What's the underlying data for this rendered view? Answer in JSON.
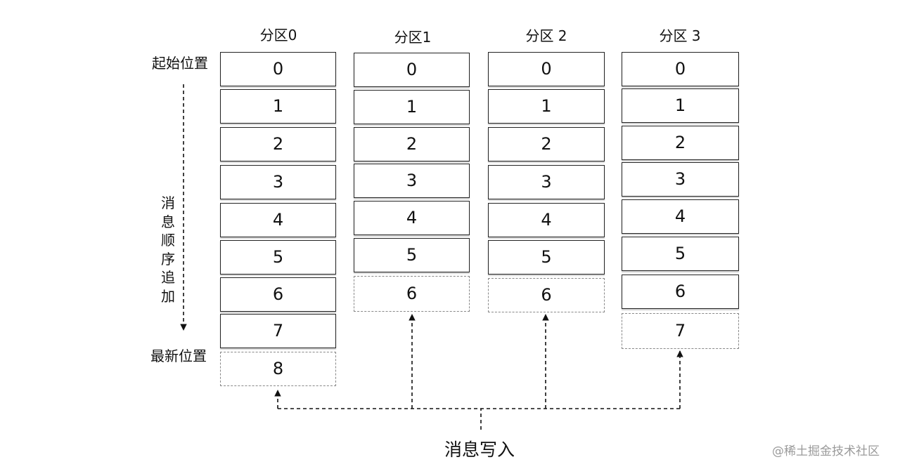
{
  "labels": {
    "start": "起始位置",
    "end": "最新位置",
    "append_chars": [
      "消",
      "息",
      "顺",
      "序",
      "追",
      "加"
    ],
    "write": "消息写入",
    "watermark": "@稀土掘金技术社区"
  },
  "partitions": [
    {
      "title": "分区0",
      "written": [
        "0",
        "1",
        "2",
        "3",
        "4",
        "5",
        "6",
        "7"
      ],
      "next": "8"
    },
    {
      "title": "分区1",
      "written": [
        "0",
        "1",
        "2",
        "3",
        "4",
        "5"
      ],
      "next": "6"
    },
    {
      "title": "分区 2",
      "written": [
        "0",
        "1",
        "2",
        "3",
        "4",
        "5"
      ],
      "next": "6"
    },
    {
      "title": "分区 3",
      "written": [
        "0",
        "1",
        "2",
        "3",
        "4",
        "5",
        "6"
      ],
      "next": "7"
    }
  ]
}
